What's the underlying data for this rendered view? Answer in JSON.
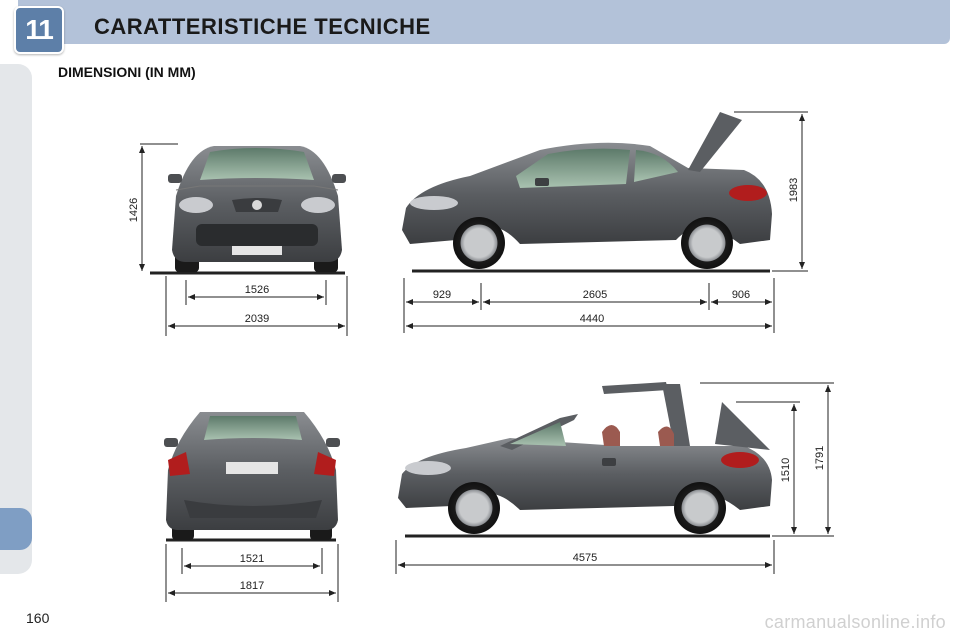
{
  "header": {
    "chapter_number": "11",
    "title": "CARATTERISTICHE TECNICHE"
  },
  "section": {
    "title": "DIMENSIONI (IN MM)"
  },
  "dimensions": {
    "front": {
      "height": "1426",
      "track_width": "1526",
      "overall_width": "2039"
    },
    "side_closed": {
      "front_overhang": "929",
      "wheelbase": "2605",
      "rear_overhang": "906",
      "length": "4440",
      "height_trunk_open": "1983"
    },
    "rear": {
      "track_width": "1521",
      "overall_width": "1817"
    },
    "side_open": {
      "length": "4575",
      "height": "1510",
      "height_roof_moving": "1791"
    }
  },
  "colors": {
    "header": "#b3c2d9",
    "badge": "#5d7fa8",
    "car_body": "#5b5e62"
  },
  "footer": {
    "page_number": "160",
    "watermark": "carmanualsonline.info"
  }
}
